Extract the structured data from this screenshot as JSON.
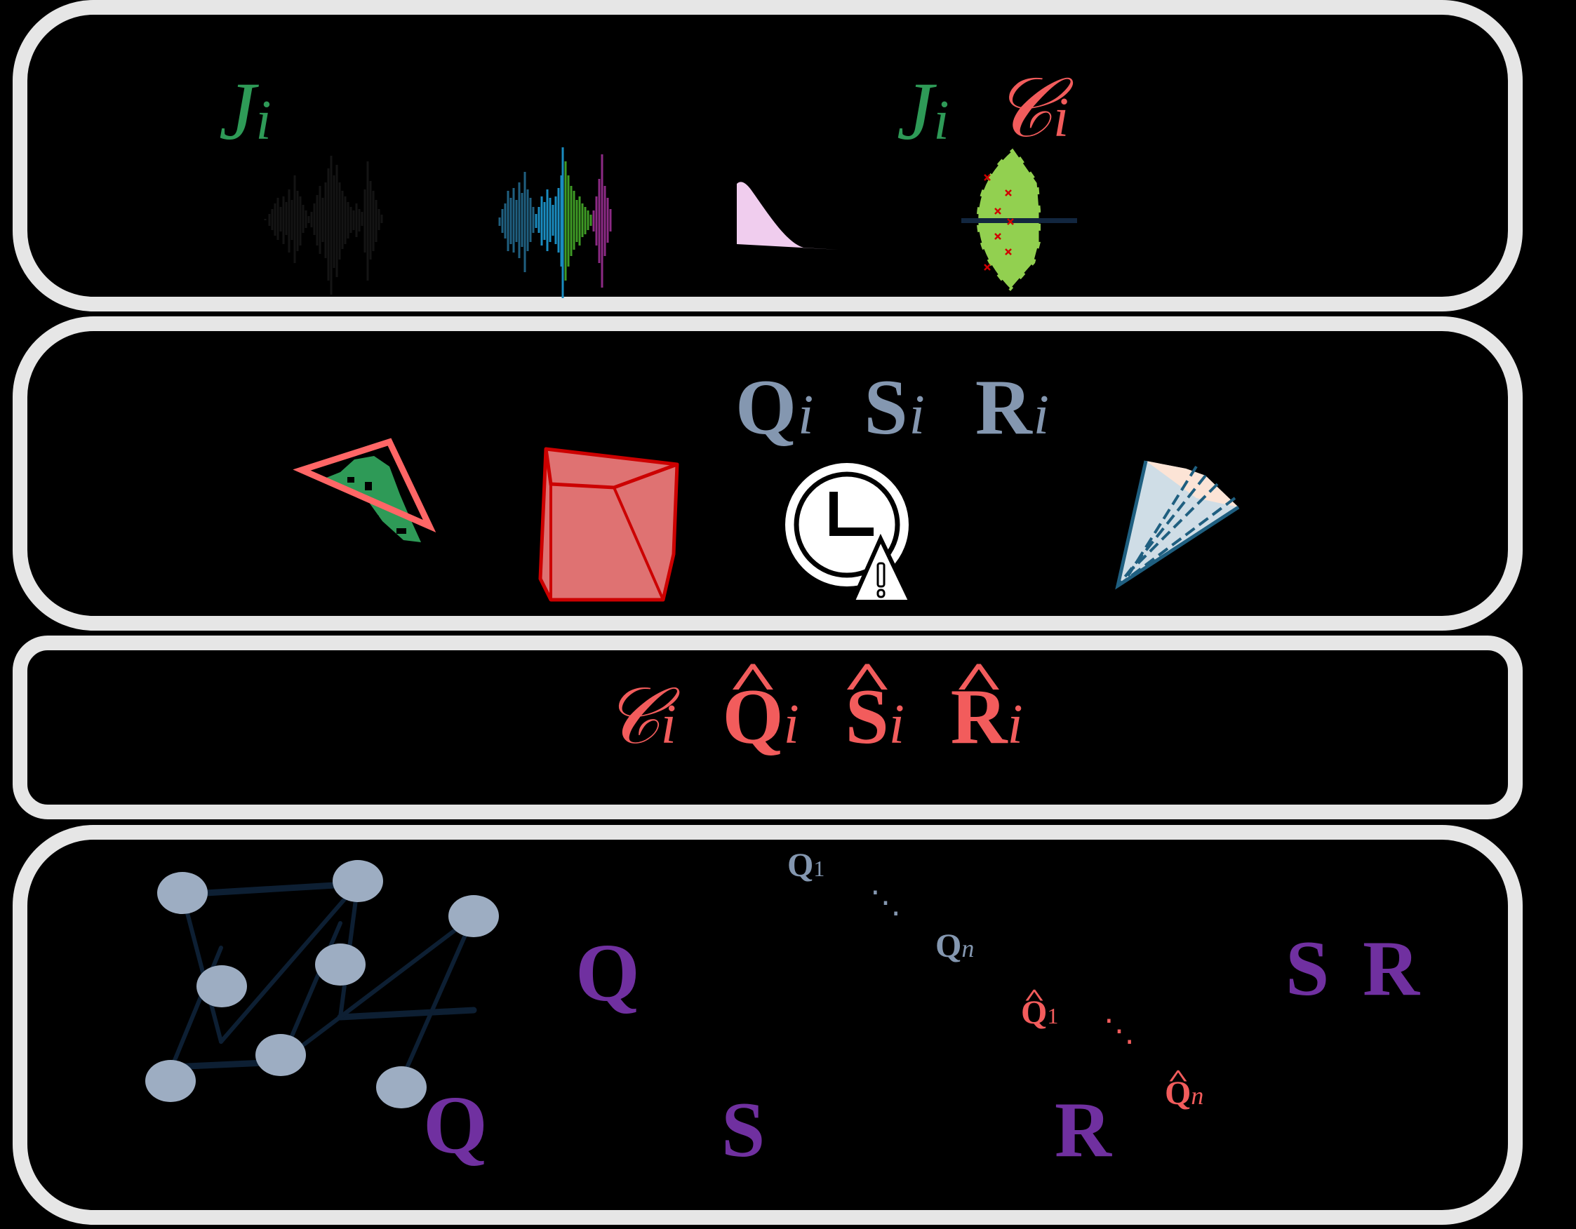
{
  "colors": {
    "panel_border": "#e6e6e6",
    "background": "#000000",
    "green_label": "#2e9a57",
    "red_label": "#f25c5c",
    "slate_label": "#8497b0",
    "purple_label": "#7030a0",
    "graph_node": "#9dadc2",
    "graph_edge": "#0d1f33"
  },
  "panel1": {
    "label_left": {
      "main": "J",
      "sub": "i"
    },
    "label_right_j": {
      "main": "J",
      "sub": "i"
    },
    "label_right_c": {
      "main": "𝒞",
      "sub": "i"
    },
    "icons": [
      "audio-waveform-black",
      "audio-waveform-segmented",
      "skewed-distribution",
      "conformal-set-leaf"
    ]
  },
  "panel2": {
    "labels": [
      {
        "main": "Q",
        "sub": "i"
      },
      {
        "main": "S",
        "sub": "i"
      },
      {
        "main": "R",
        "sub": "i"
      }
    ],
    "icons": [
      "triangle-region",
      "polyhedron",
      "clock-warning",
      "cone"
    ]
  },
  "panel3": {
    "labels": [
      {
        "main": "𝒞",
        "sub": "i",
        "hat": false
      },
      {
        "main": "Q",
        "sub": "i",
        "hat": true
      },
      {
        "main": "S",
        "sub": "i",
        "hat": true
      },
      {
        "main": "R",
        "sub": "i",
        "hat": true
      }
    ]
  },
  "panel4": {
    "graph": {
      "nodes": 8,
      "edges": 11
    },
    "label_q_mid": "Q",
    "label_s_right": "S",
    "label_r_right": "R",
    "label_q_bottom": "Q",
    "label_s_bottom": "S",
    "label_r_bottom": "R",
    "sequence": [
      {
        "main": "Q",
        "sub": "1",
        "hat": false
      },
      {
        "dots": "⋱"
      },
      {
        "main": "Q",
        "sub": "n",
        "hat": false
      },
      {
        "main": "Q",
        "sub": "1",
        "hat": true
      },
      {
        "dots": "⋱"
      },
      {
        "main": "Q",
        "sub": "n",
        "hat": true
      }
    ]
  }
}
